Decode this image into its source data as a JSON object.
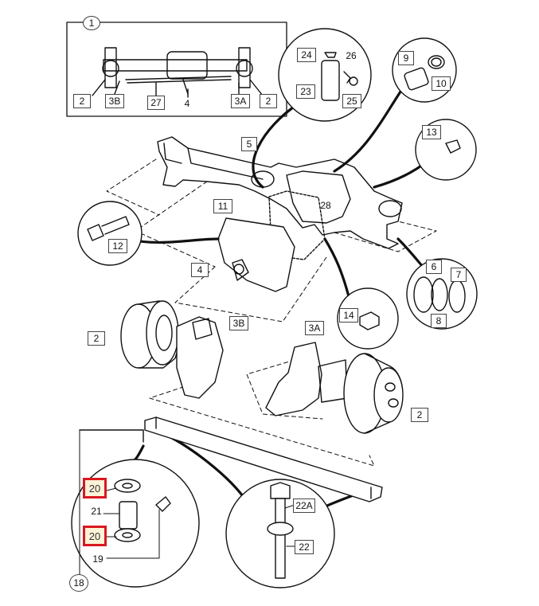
{
  "diagram": {
    "callouts": {
      "c1": "1",
      "c2a": "2",
      "c3b_top": "3B",
      "c27": "27",
      "c4_top": "4",
      "c3a_top": "3A",
      "c2b": "2",
      "c24": "24",
      "c26": "26",
      "c23": "23",
      "c25": "25",
      "c9": "9",
      "c10": "10",
      "c13": "13",
      "c5": "5",
      "c11": "11",
      "c28": "28",
      "c12": "12",
      "c4": "4",
      "c6": "6",
      "c7": "7",
      "c8": "8",
      "c14": "14",
      "c2_left": "2",
      "c3b": "3B",
      "c3a": "3A",
      "c2_right": "2",
      "c20_top": "20",
      "c21": "21",
      "c20_bottom": "20",
      "c19": "19",
      "c18": "18",
      "c22a": "22A",
      "c22": "22"
    },
    "highlight_color": "#d9181f"
  }
}
